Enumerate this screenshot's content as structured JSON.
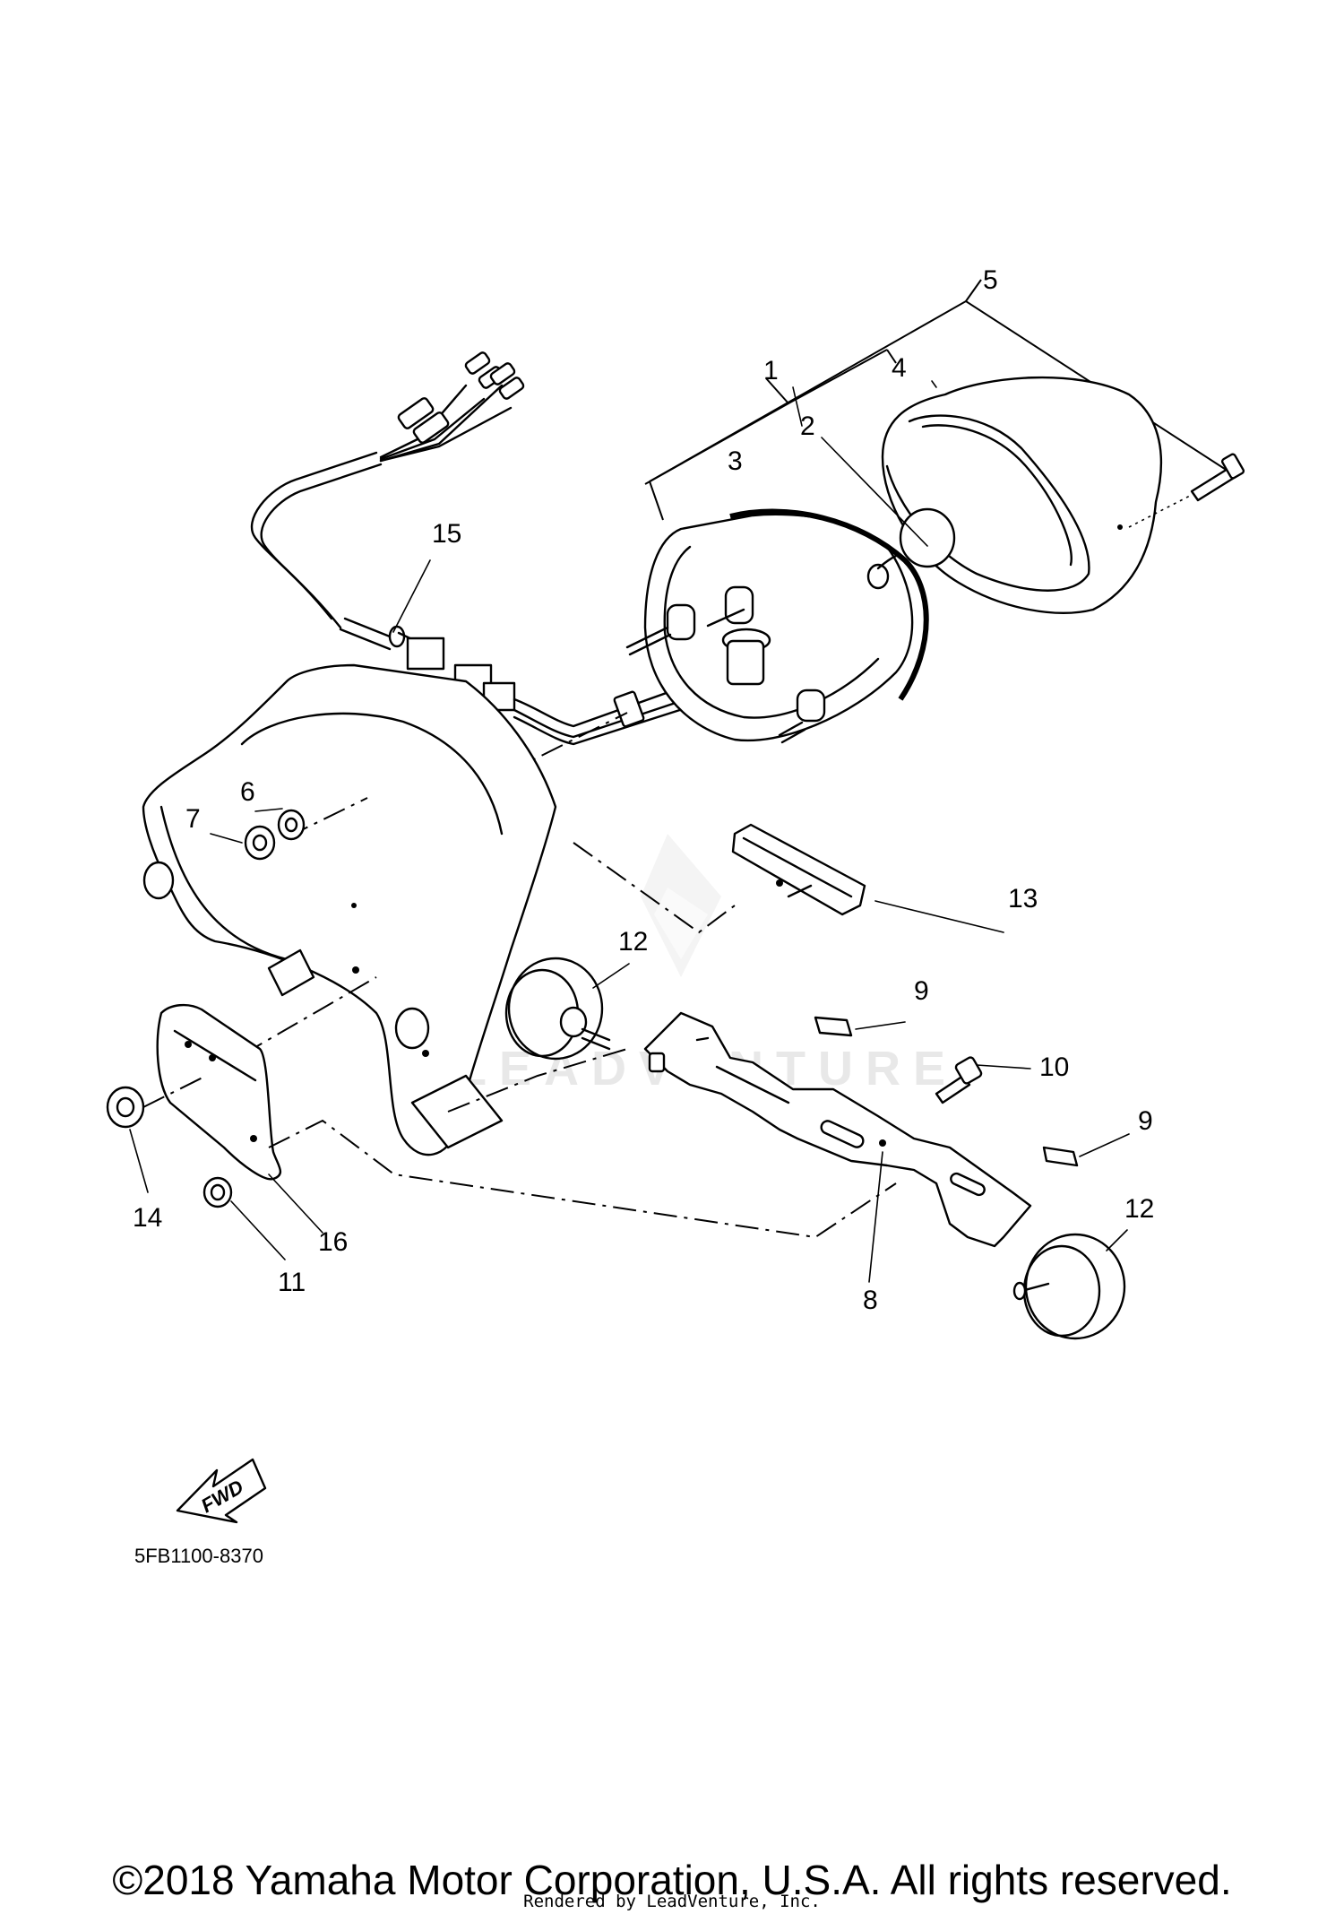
{
  "diagram": {
    "callouts": {
      "c1": "1",
      "c2": "2",
      "c3": "3",
      "c4": "4",
      "c5": "5",
      "c6": "6",
      "c7": "7",
      "c8": "8",
      "c9a": "9",
      "c9b": "9",
      "c10": "10",
      "c11": "11",
      "c12a": "12",
      "c12b": "12",
      "c13": "13",
      "c14": "14",
      "c15": "15",
      "c16": "16"
    },
    "fwd_label": "FWD",
    "catalog_number": "5FB1100-8370",
    "watermark_text": "LEADVENTURE"
  },
  "footer": {
    "copyright": "©2018 Yamaha Motor Corporation, U.S.A. All rights reserved.",
    "rendered_by": "Rendered by LeadVenture, Inc."
  }
}
